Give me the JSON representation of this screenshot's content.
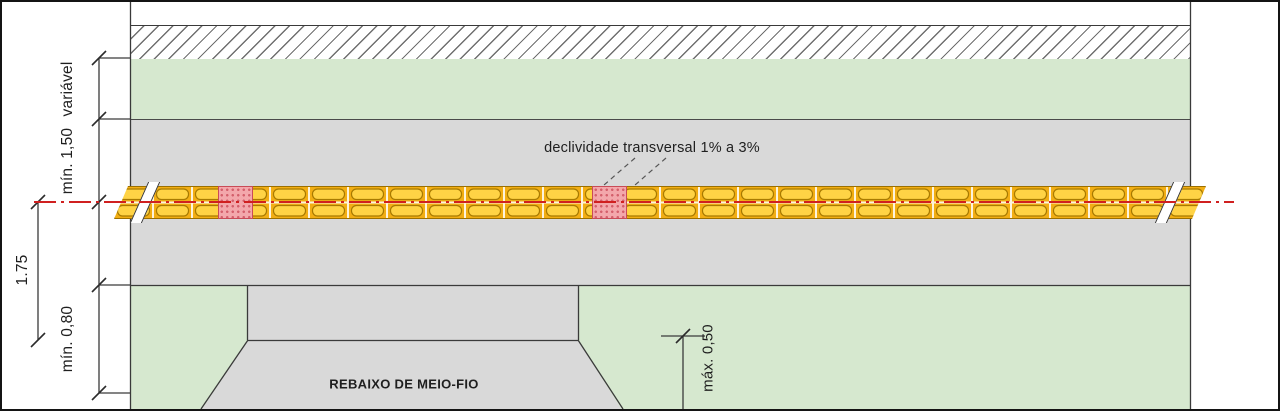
{
  "drawing": {
    "type": "sidewalk-plan-technical-drawing",
    "dimensions": {
      "service_strip": "variável",
      "clear_lane": "mín. 1,50",
      "overall": "1.75",
      "access_strip": "mín. 0,80",
      "ramp_drop": "máx. 0,50"
    },
    "annotations": {
      "cross_slope": "declividade transversal 1% a 3%",
      "curb_ramp": "REBAIXO DE MEIO-FIO"
    },
    "colors": {
      "grass_green": "#d6e8cf",
      "pavement_gray": "#d9d9d9",
      "tactile_yellow": "#f2ae14",
      "tactile_bar_yellow": "#ffd345",
      "alert_tile_pink": "#f3a7ab",
      "alert_dot_red": "#d4606c",
      "axis_red": "#d02020",
      "line_dark": "#3a3a3a"
    }
  }
}
